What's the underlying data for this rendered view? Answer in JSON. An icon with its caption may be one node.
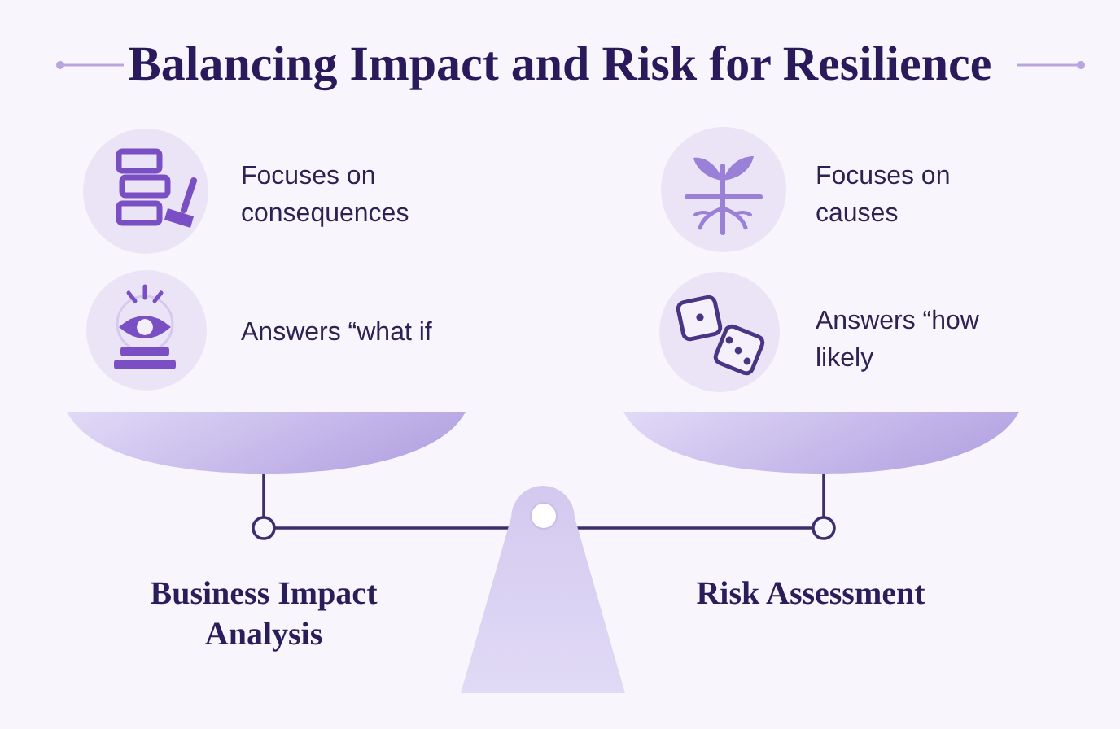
{
  "diagram": {
    "title": "Balancing Impact and Risk for Resilience",
    "labels": [
      "Focuses on consequences",
      "Focuses on causes",
      "Answers “what if",
      "Answers “how likely",
      "Business Impact Analysis",
      "Risk Assessment"
    ]
  }
}
